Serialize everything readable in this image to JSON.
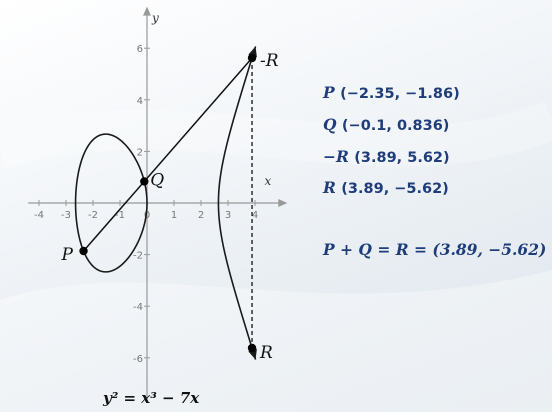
{
  "graph": {
    "x_axis_label": "x",
    "y_axis_label": "y",
    "x_ticks": [
      -4,
      -3,
      -2,
      -1,
      0,
      1,
      2,
      3,
      4
    ],
    "y_ticks": [
      -6,
      -4,
      -2,
      2,
      4,
      6
    ],
    "curve_equation": "y² = x³ − 7x",
    "curve_coefficient": -7,
    "points": [
      {
        "label": "P",
        "x": -2.35,
        "y": -1.86
      },
      {
        "label": "Q",
        "x": -0.1,
        "y": 0.836
      },
      {
        "label": "-R",
        "x": 3.89,
        "y": 5.62
      },
      {
        "label": "R",
        "x": 3.89,
        "y": -5.62
      }
    ],
    "colors": {
      "curve": "#1a1a1a",
      "axes": "#999999",
      "text": "#1f3d7a"
    }
  },
  "info": {
    "P": {
      "name": "P",
      "coords": "(−2.35, −1.86)"
    },
    "Q": {
      "name": "Q",
      "coords": "(−0.1, 0.836)"
    },
    "negR": {
      "name": "−R",
      "coords": "(3.89, 5.62)"
    },
    "R": {
      "name": "R",
      "coords": "(3.89, −5.62)"
    },
    "sum": "P + Q = R = (3.89, −5.62)"
  }
}
